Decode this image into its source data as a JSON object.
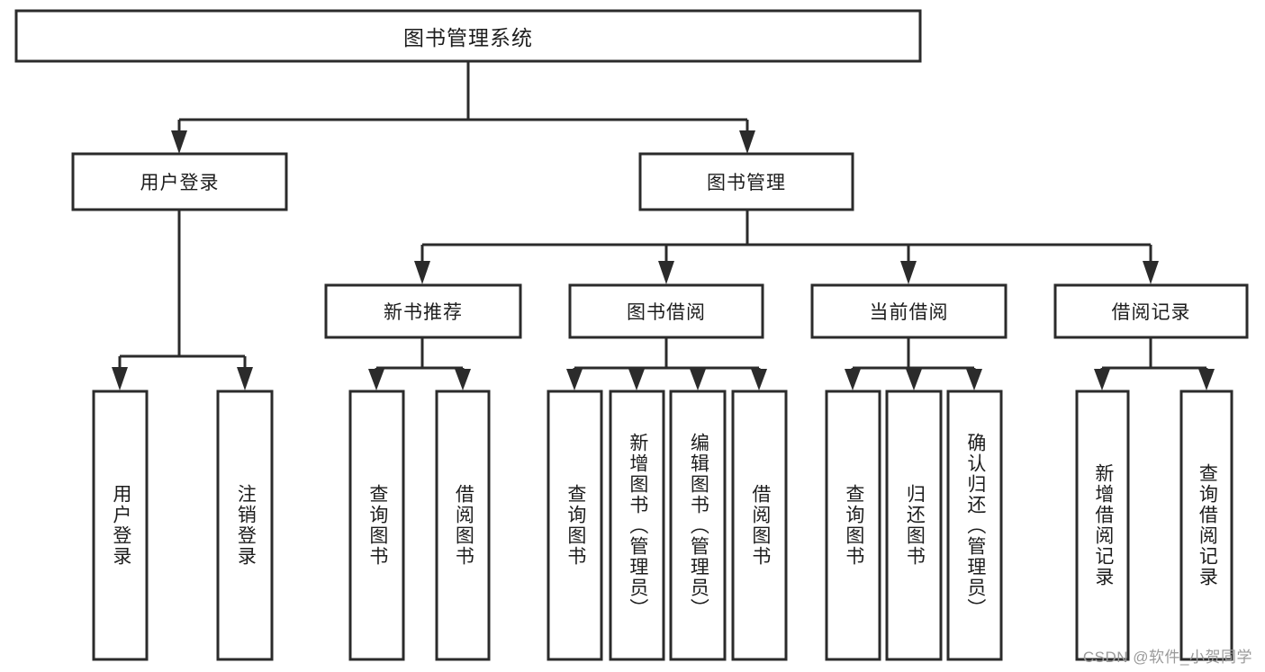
{
  "diagram": {
    "type": "tree-hierarchy",
    "title": "图书管理系统",
    "root": {
      "label": "图书管理系统"
    },
    "level2": [
      {
        "label": "用户登录"
      },
      {
        "label": "图书管理"
      }
    ],
    "level3": [
      {
        "label": "新书推荐"
      },
      {
        "label": "图书借阅"
      },
      {
        "label": "当前借阅"
      },
      {
        "label": "借阅记录"
      }
    ],
    "leaves": {
      "user_login": [
        {
          "label": "用户登录"
        },
        {
          "label": "注销登录"
        }
      ],
      "new_book_recommend": [
        {
          "label": "查询图书"
        },
        {
          "label": "借阅图书"
        }
      ],
      "book_borrow": [
        {
          "label": "查询图书"
        },
        {
          "label": "新增图书（管理员）"
        },
        {
          "label": "编辑图书（管理员）"
        },
        {
          "label": "借阅图书"
        }
      ],
      "current_borrow": [
        {
          "label": "查询图书"
        },
        {
          "label": "归还图书"
        },
        {
          "label": "确认归还（管理员）"
        }
      ],
      "borrow_record": [
        {
          "label": "新增借阅记录"
        },
        {
          "label": "查询借阅记录"
        }
      ]
    },
    "watermark": "CSDN @软件_小贺同学",
    "colors": {
      "stroke": "#2b2b2b",
      "fill": "#ffffff",
      "text": "#1d1d1d",
      "watermark": "#9a9a9a"
    }
  }
}
